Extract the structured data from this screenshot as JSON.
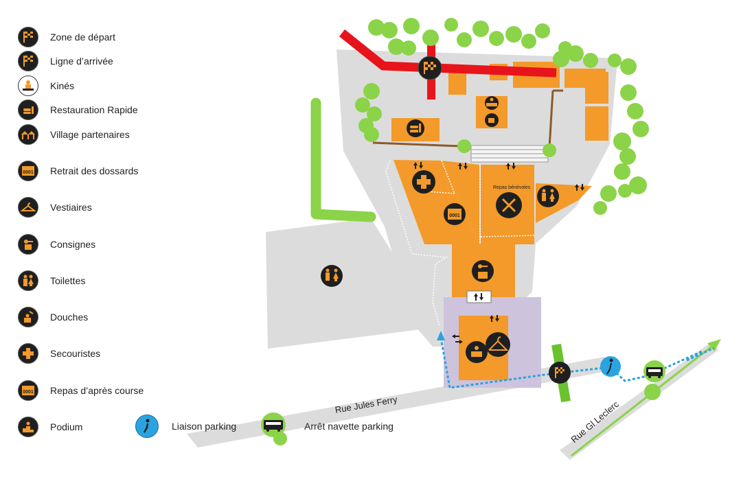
{
  "legend": {
    "items": [
      {
        "label": "Zone de départ",
        "icon": "checkered-flag-icon"
      },
      {
        "label": "Ligne d’arrivée",
        "icon": "checkered-flag-icon"
      },
      {
        "label": "Kinés",
        "icon": "massage-icon"
      },
      {
        "label": "Restauration Rapide",
        "icon": "burger-icon"
      },
      {
        "label": "Village partenaires",
        "icon": "tent-icon"
      },
      {
        "label": "Retrait des dossards",
        "icon": "bib-icon"
      },
      {
        "label": "Vestiaires",
        "icon": "hanger-icon"
      },
      {
        "label": "Consignes",
        "icon": "key-bag-icon"
      },
      {
        "label": "Toilettes",
        "icon": "toilets-icon"
      },
      {
        "label": "Douches",
        "icon": "shower-icon"
      },
      {
        "label": "Secouristes",
        "icon": "first-aid-cross-icon"
      },
      {
        "label": "Repas d’après course",
        "icon": "bib-icon"
      },
      {
        "label": "Podium",
        "icon": "podium-icon"
      }
    ],
    "transport": {
      "walk_label": "Liaison parking",
      "shuttle_label": "Arrêt navette parking"
    }
  },
  "map": {
    "streets": {
      "jules_ferry": "Rue Jules Ferry",
      "leclerc": "Rue Gl Leclerc"
    },
    "volunteer_meal_label": "Repas bénévoles",
    "bib_text": "0001",
    "colors": {
      "zone_orange": "#f39a2a",
      "ground_gray": "#dcdcdc",
      "start_red": "#e8141b",
      "tree_green": "#8bd348",
      "finish_green": "#6ac22e",
      "route_blue": "#2ba3e0",
      "icon_black": "#1f1f1f",
      "lavender": "#cdc3dd"
    }
  }
}
